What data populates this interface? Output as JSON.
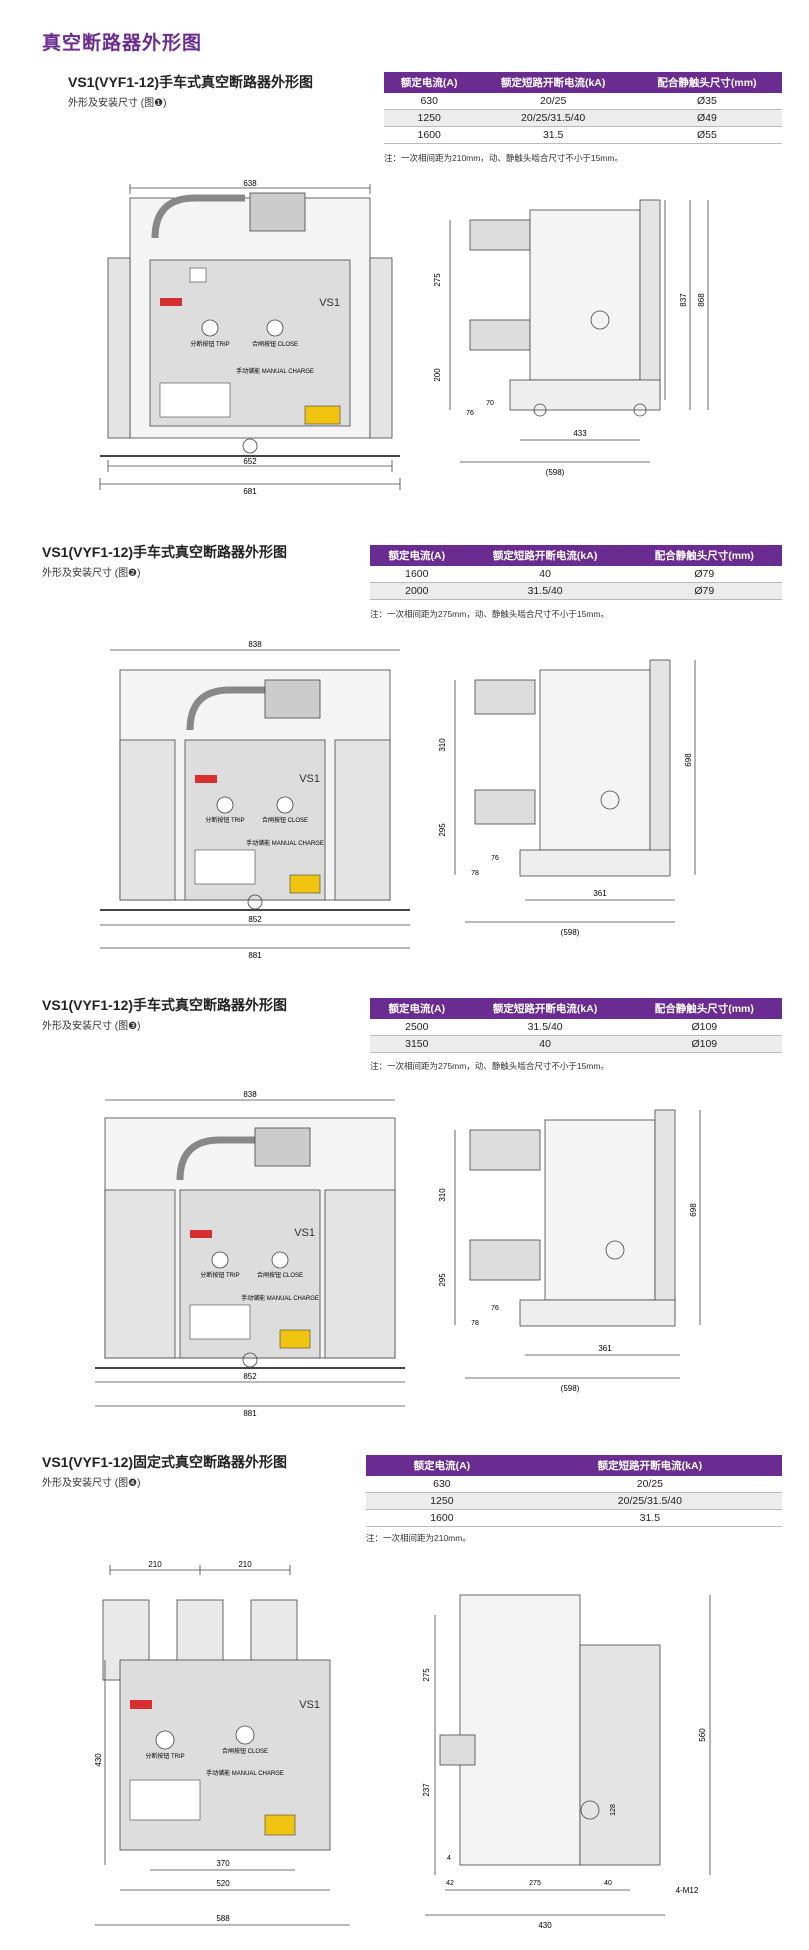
{
  "page_title": "真空断路器外形图",
  "table_headers": {
    "rated_current": "额定电流(A)",
    "breaking_current": "额定短路开断电流(kA)",
    "contact_size": "配合静触头尺寸(mm)"
  },
  "brand_mark": "VS1",
  "panel_labels": {
    "trip": "分断按钮 TRIP",
    "close": "合闸按钮 CLOSE",
    "manual_charge": "手动储能 MANUAL CHARGE"
  },
  "sections": [
    {
      "title": "VS1(VYF1-12)手车式真空断路器外形图",
      "subtitle": "外形及安装尺寸 (图❶)",
      "rows": [
        [
          "630",
          "20/25",
          "Ø35"
        ],
        [
          "1250",
          "20/25/31.5/40",
          "Ø49"
        ],
        [
          "1600",
          "31.5",
          "Ø55"
        ]
      ],
      "note": "注：一次相间距为210mm，动、静触头啮合尺寸不小于15mm。",
      "dims": {
        "top": "638",
        "inner": "652",
        "outer": "681",
        "h1": "275",
        "h2": "200",
        "h3": "70",
        "h4": "76",
        "h5": "837",
        "h6": "868",
        "d1": "433",
        "d2": "(598)"
      }
    },
    {
      "title": "VS1(VYF1-12)手车式真空断路器外形图",
      "subtitle": "外形及安装尺寸 (图❷)",
      "rows": [
        [
          "1600",
          "40",
          "Ø79"
        ],
        [
          "2000",
          "31.5/40",
          "Ø79"
        ]
      ],
      "note": "注：一次相间距为275mm，动、静触头啮合尺寸不小于15mm。",
      "dims": {
        "top": "838",
        "inner": "852",
        "outer": "881",
        "h1": "310",
        "h2": "295",
        "h3": "76",
        "h4": "78",
        "h5": "698",
        "d1": "361",
        "d2": "(598)"
      }
    },
    {
      "title": "VS1(VYF1-12)手车式真空断路器外形图",
      "subtitle": "外形及安装尺寸 (图❸)",
      "rows": [
        [
          "2500",
          "31.5/40",
          "Ø109"
        ],
        [
          "3150",
          "40",
          "Ø109"
        ]
      ],
      "note": "注：一次相间距为275mm，动、静触头啮合尺寸不小于15mm。",
      "dims": {
        "top": "838",
        "inner": "852",
        "outer": "881",
        "h1": "310",
        "h2": "295",
        "h3": "76",
        "h4": "78",
        "h5": "698",
        "d1": "361",
        "d2": "(598)"
      }
    },
    {
      "title": "VS1(VYF1-12)固定式真空断路器外形图",
      "subtitle": "外形及安装尺寸 (图❹)",
      "rows": [
        [
          "630",
          "20/25"
        ],
        [
          "1250",
          "20/25/31.5/40"
        ],
        [
          "1600",
          "31.5"
        ]
      ],
      "note": "注：一次相间距为210mm。",
      "dims": {
        "pitch1": "210",
        "pitch2": "210",
        "height": "430",
        "b1": "370",
        "b2": "520",
        "b3": "588",
        "r1": "275",
        "r2": "237",
        "r3": "4",
        "r4": "128",
        "r5": "560",
        "s1": "42",
        "s2": "275",
        "s3": "40",
        "s4": "430",
        "bolt": "4-M12"
      }
    }
  ]
}
